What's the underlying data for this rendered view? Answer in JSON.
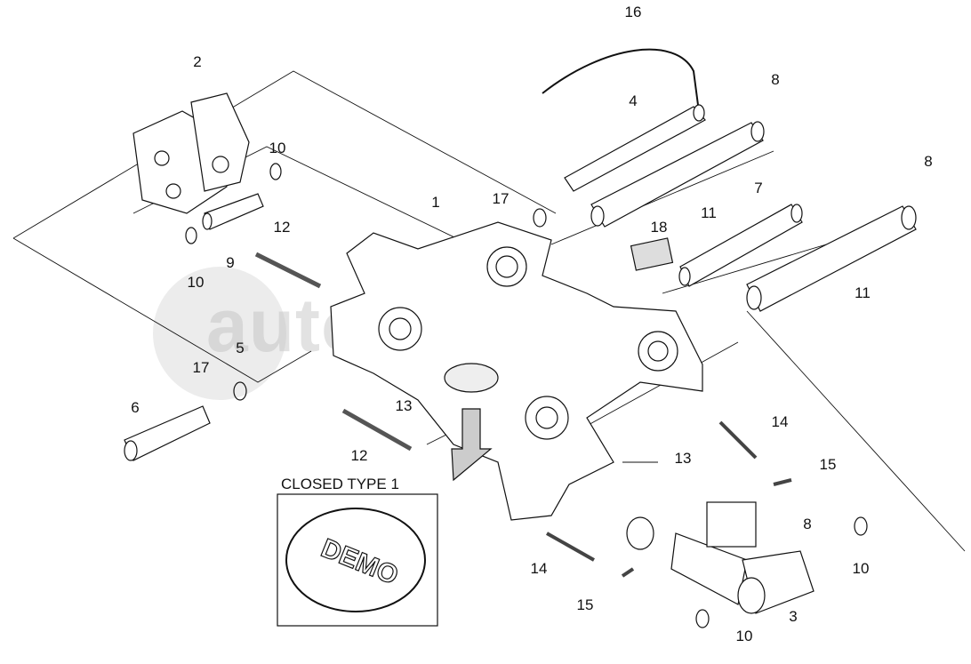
{
  "diagram": {
    "callouts": [
      "16",
      "2",
      "8",
      "4",
      "10",
      "8",
      "1",
      "17",
      "7",
      "11",
      "12",
      "18",
      "9",
      "10",
      "11",
      "5",
      "17",
      "13",
      "6",
      "14",
      "12",
      "13",
      "15",
      "8",
      "10",
      "14",
      "15",
      "3",
      "10"
    ],
    "inset_title": "CLOSED TYPE 1",
    "logo_text": "DEMO",
    "watermark": "autopiter.ru"
  }
}
